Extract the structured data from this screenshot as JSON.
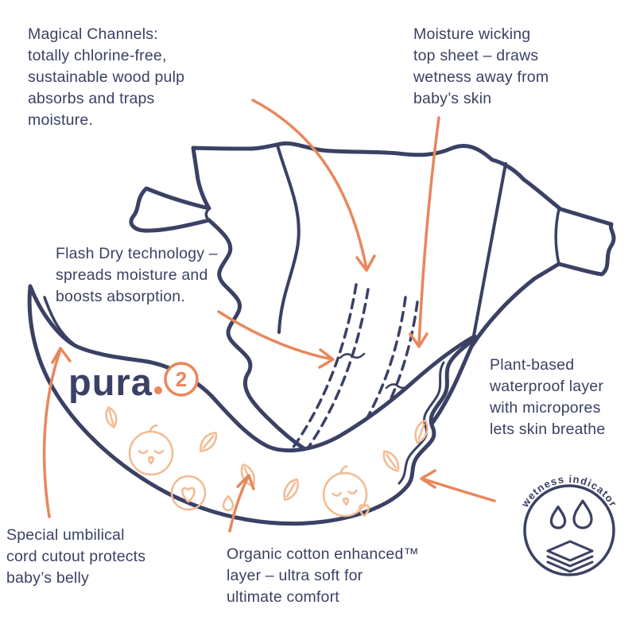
{
  "colors": {
    "navy": "#3a4164",
    "orange": "#e8875c",
    "print_orange": "#f3ba92"
  },
  "labels": {
    "magical_channels": "Magical Channels:\ntotally chlorine-free,\nsustainable wood pulp\nabsorbs and traps\nmoisture.",
    "moisture_wicking": "Moisture wicking\ntop sheet – draws\nwetness away from\nbaby’s skin",
    "flash_dry": "Flash Dry technology –\nspreads moisture and\nboosts absorption.",
    "plant_based": "Plant-based\nwaterproof layer\nwith micropores\nlets skin breathe",
    "umbilical": "Special umbilical\ncord cutout protects\nbaby’s belly",
    "organic_cotton": "Organic cotton enhanced™\nlayer – ultra soft for\nultimate comfort"
  },
  "diaper": {
    "brand": "pura",
    "size": "2"
  },
  "badge": {
    "text": "wetness indicator",
    "icons": [
      "water-droplet-icon",
      "water-droplet-icon",
      "layered-sheets-icon"
    ]
  }
}
